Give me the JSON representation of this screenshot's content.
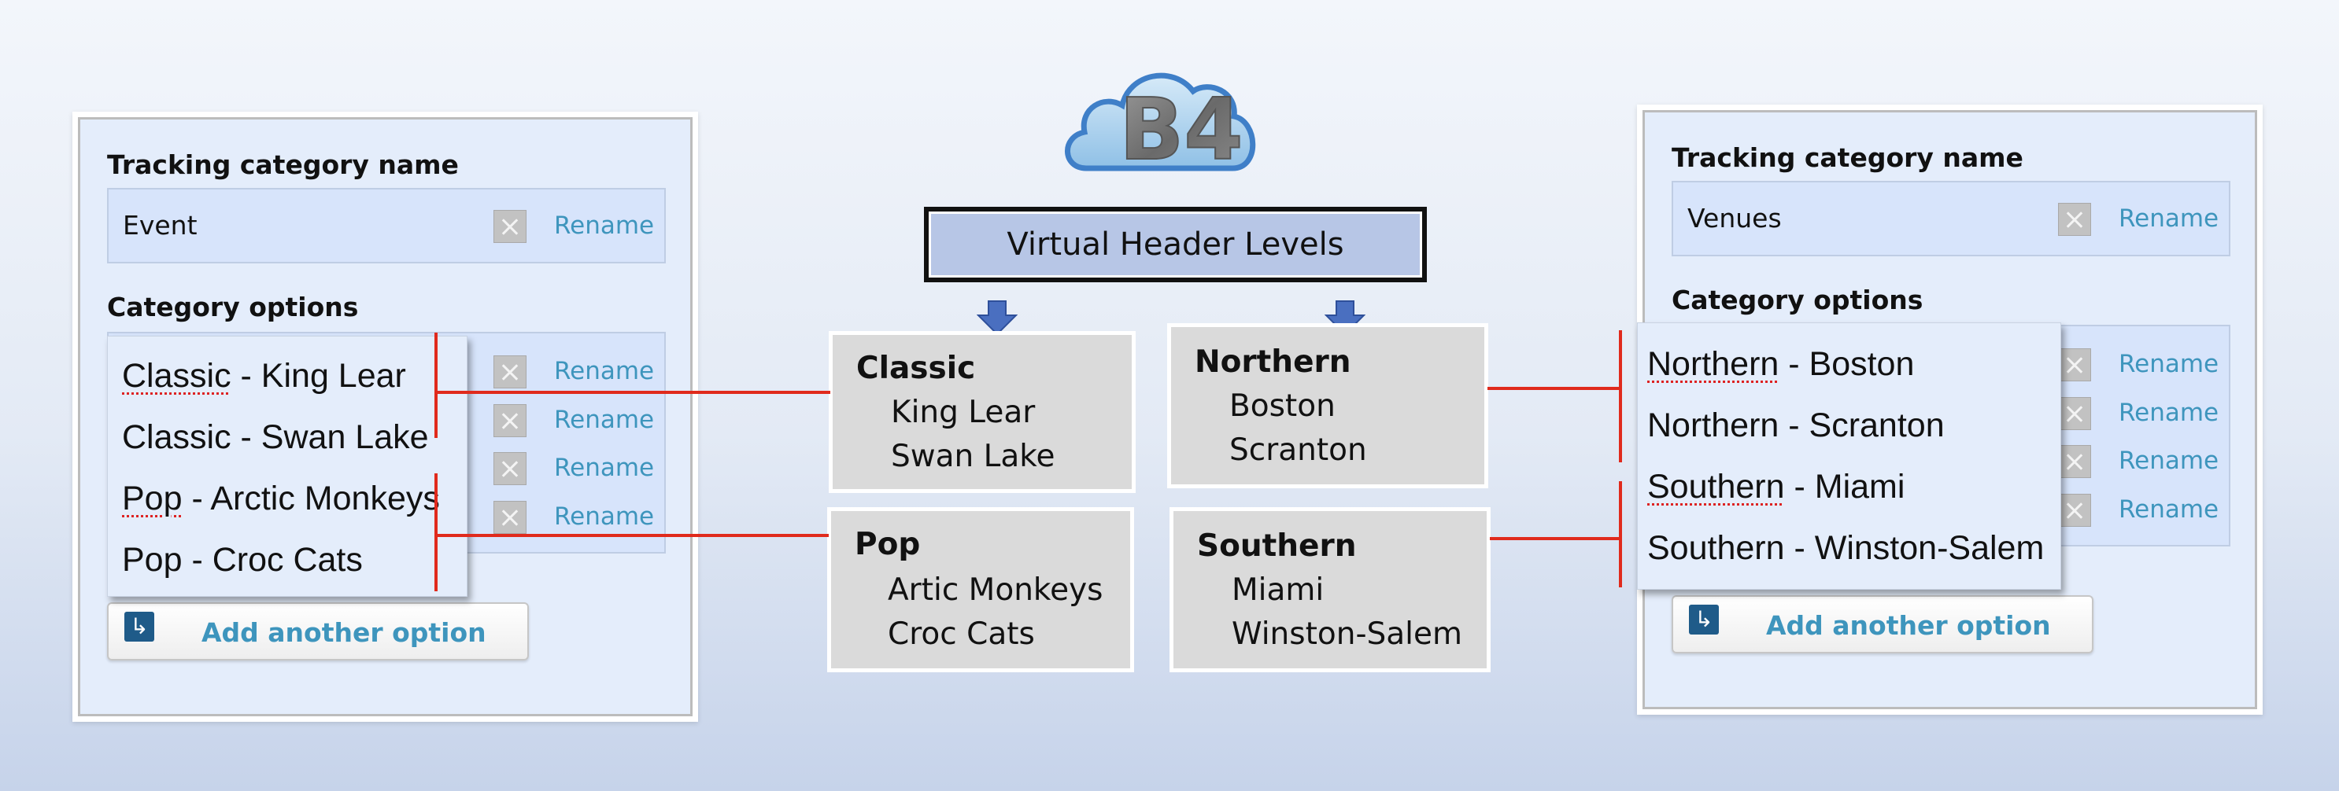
{
  "logo": {
    "text": "B4"
  },
  "center": {
    "header": "Virtual Header Levels",
    "groups": [
      {
        "title": "Classic",
        "items": [
          "King Lear",
          "Swan Lake"
        ]
      },
      {
        "title": "Pop",
        "items": [
          "Artic Monkeys",
          "Croc Cats"
        ]
      },
      {
        "title": "Northern",
        "items": [
          "Boston",
          "Scranton"
        ]
      },
      {
        "title": "Southern",
        "items": [
          "Miami",
          "Winston-Salem"
        ]
      }
    ]
  },
  "left_panel": {
    "name_heading": "Tracking category name",
    "name_value": "Event",
    "rename_label": "Rename",
    "options_heading": "Category options",
    "option_rename_labels": [
      "Rename",
      "Rename",
      "Rename",
      "Rename"
    ],
    "options_overlay": [
      {
        "prefix": "Classic",
        "rest": " - King Lear"
      },
      {
        "prefix": "Classic",
        "rest": " - Swan Lake"
      },
      {
        "prefix": "Pop",
        "rest": " - Arctic Monkeys"
      },
      {
        "prefix": "Pop",
        "rest": " - Croc Cats"
      }
    ],
    "add_label": "Add another option"
  },
  "right_panel": {
    "name_heading": "Tracking category name",
    "name_value": "Venues",
    "rename_label": "Rename",
    "options_heading": "Category options",
    "option_rename_labels": [
      "Rename",
      "Rename",
      "Rename",
      "Rename"
    ],
    "options_overlay": [
      {
        "prefix": "Northern",
        "rest": " - Boston"
      },
      {
        "prefix": "Northern",
        "rest": " - Scranton"
      },
      {
        "prefix": "Southern",
        "rest": " - Miami"
      },
      {
        "prefix": "Southern",
        "rest": " - Winston-Salem"
      }
    ],
    "add_label": "Add another option"
  },
  "colors": {
    "connector": "#e02a1c",
    "link": "#3e95bd",
    "arrow": "#4a6fc0"
  }
}
